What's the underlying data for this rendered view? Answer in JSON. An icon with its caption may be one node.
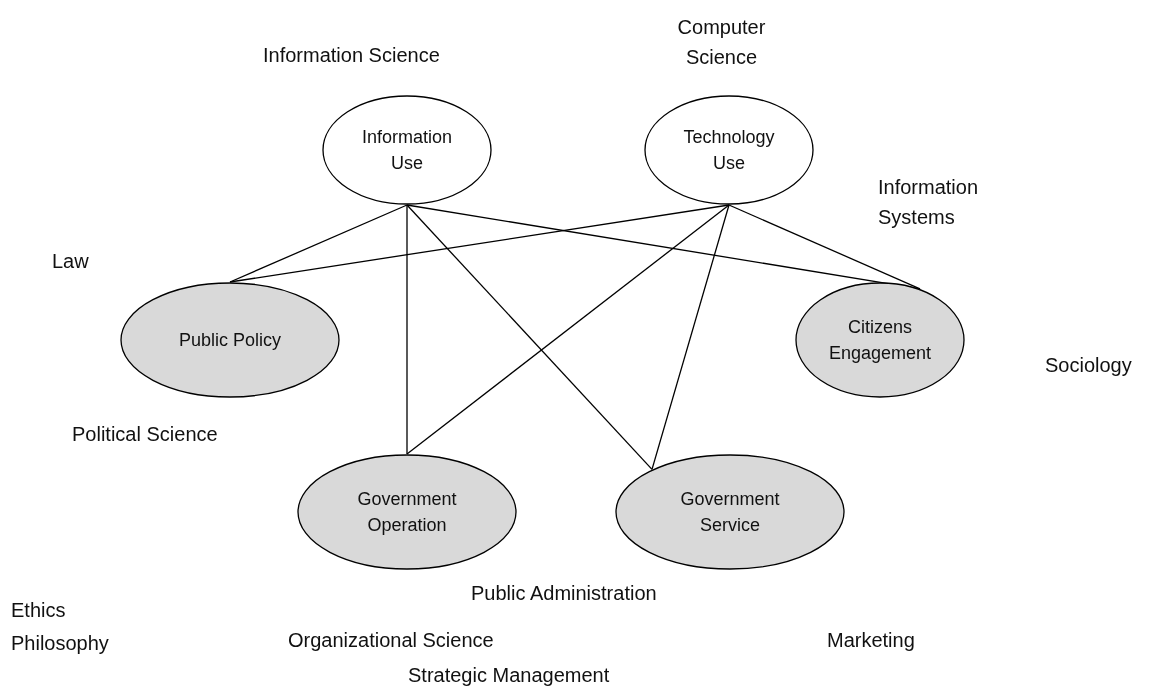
{
  "diagram": {
    "nodes": [
      {
        "text": [
          "Information Use"
        ]
      },
      {
        "text": [
          "Technology Use"
        ]
      },
      {
        "text": [
          "Public Policy"
        ]
      },
      {
        "text": [
          "Citizens Engagement"
        ]
      },
      {
        "text": [
          "Government Operation"
        ]
      },
      {
        "text": [
          "Government Service"
        ]
      }
    ],
    "edges": [
      {
        "from": 0,
        "to": 2,
        "arrow": "none"
      },
      {
        "from": 0,
        "to": 4,
        "arrow": "none"
      },
      {
        "from": 0,
        "to": 5,
        "arrow": "none"
      },
      {
        "from": 0,
        "to": 3,
        "arrow": "none"
      },
      {
        "from": 1,
        "to": 2,
        "arrow": "none"
      },
      {
        "from": 1,
        "to": 4,
        "arrow": "none"
      },
      {
        "from": 1,
        "to": 5,
        "arrow": "none"
      },
      {
        "from": 1,
        "to": 3,
        "arrow": "none"
      }
    ],
    "labels": [
      "Information Science",
      "Computer Science",
      "Information Systems",
      "Law",
      "Sociology",
      "Political Science",
      "Public Administration",
      "Ethics",
      "Philosophy",
      "Organizational Science",
      "Marketing",
      "Strategic Management"
    ]
  }
}
